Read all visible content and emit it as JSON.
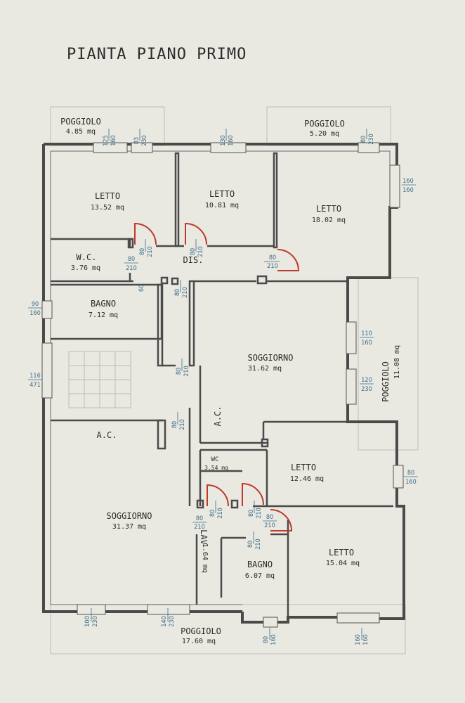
{
  "title": "PIANTA PIANO PRIMO",
  "rooms": {
    "letto_a": {
      "name": "LETTO",
      "area": "13.52 mq"
    },
    "letto_b": {
      "name": "LETTO",
      "area": "10.81 mq"
    },
    "letto_c": {
      "name": "LETTO",
      "area": "18.02 mq"
    },
    "wc_1": {
      "name": "W.C.",
      "area": "3.76 mq"
    },
    "dis": {
      "name": "DIS."
    },
    "bagno_1": {
      "name": "BAGNO",
      "area": "7.12 mq"
    },
    "soggiorno_1": {
      "name": "SOGGIORNO",
      "area": "31.62 mq"
    },
    "ac_1": {
      "name": "A.C."
    },
    "ac_2": {
      "name": "A.C."
    },
    "wc_2": {
      "name": "WC",
      "area": "3.54 mq"
    },
    "letto_d": {
      "name": "LETTO",
      "area": "12.46 mq"
    },
    "soggiorno_2": {
      "name": "SOGGIORNO",
      "area": "31.37 mq"
    },
    "lav": {
      "name": "LAV",
      "area": "1.64 mq"
    },
    "bagno_2": {
      "name": "BAGNO",
      "area": "6.07 mq"
    },
    "letto_e": {
      "name": "LETTO",
      "area": "15.04 mq"
    }
  },
  "balconies": {
    "poggiolo_1": {
      "name": "POGGIOLO",
      "area": "4.85 mq"
    },
    "poggiolo_2": {
      "name": "POGGIOLO",
      "area": "5.20 mq"
    },
    "poggiolo_3": {
      "name": "POGGIOLO",
      "area": "11.08 mq"
    },
    "poggiolo_4": {
      "name": "POGGIOLO",
      "area": "17.60 mq"
    }
  },
  "openings": {
    "w1": {
      "w": "125",
      "h": "160"
    },
    "w2": {
      "w": "83",
      "h": "230"
    },
    "w3": {
      "w": "130",
      "h": "160"
    },
    "w4": {
      "w": "80",
      "h": "230"
    },
    "w5": {
      "w": "160",
      "h": "160"
    },
    "w6": {
      "w": "90",
      "h": "160"
    },
    "w7": {
      "w": "116",
      "h": "471"
    },
    "w8": {
      "w": "110",
      "h": "160"
    },
    "w9": {
      "w": "120",
      "h": "230"
    },
    "w10": {
      "w": "80",
      "h": "160"
    },
    "w11": {
      "w": "100",
      "h": "230"
    },
    "w12": {
      "w": "140",
      "h": "230"
    },
    "w13": {
      "w": "80",
      "h": "160"
    },
    "w14": {
      "w": "160",
      "h": "160"
    },
    "d1": {
      "w": "80",
      "h": "210"
    },
    "d2": {
      "w": "80",
      "h": "210"
    },
    "d3": {
      "w": "80",
      "h": "210"
    },
    "d4": {
      "w": "80",
      "h": "210"
    },
    "d5": {
      "w": "80",
      "h": "210"
    },
    "d6": {
      "w": "80",
      "h": "210"
    },
    "d7": {
      "w": "80",
      "h": "210"
    },
    "d8": {
      "w": "80",
      "h": "210"
    },
    "d9": {
      "w": "80",
      "h": "210"
    },
    "d10": {
      "w": "80",
      "h": "210"
    },
    "d11": {
      "w": "80",
      "h": "210"
    },
    "d12": {
      "w": "80",
      "h": "210"
    },
    "niche": {
      "w": "60"
    }
  }
}
